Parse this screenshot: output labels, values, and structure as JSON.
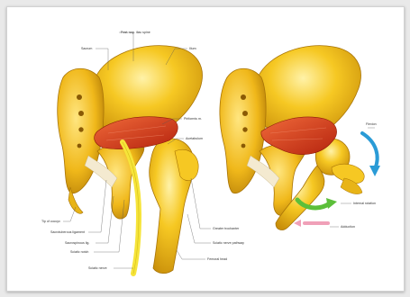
{
  "figure": {
    "left_panel": {
      "labels": {
        "sacrum": "Sacrum",
        "iliac_crest": "Post. sup. iliac spine",
        "ilium": "Ilium",
        "piriformis": "Piriformis m.",
        "acetabulum": "Acetabulum",
        "tip_coccyx": "Tip of coccyx",
        "sacrotuberous": "Sacrotuberous ligament",
        "sacrospinous": "Sacrospinous lig.",
        "sciatic_notch": "Sciatic notch",
        "greater_trochanter": "Greater trochanter",
        "sciatic_nerve_pathway": "Sciatic nerve pathway",
        "femur_head": "Femoral head",
        "sciatic_nerve": "Sciatic nerve"
      }
    },
    "right_panel": {
      "labels": {
        "flexion": "Flexion",
        "internal_rotation": "Internal rotation",
        "adduction": "Adduction"
      }
    },
    "colors": {
      "bone": "#f2c21b",
      "bone_highlight": "#ffe680",
      "bone_shadow": "#c98f0a",
      "muscle": "#d93a1b",
      "nerve": "#f6e43a",
      "flexion_arrow": "#2a9bd6",
      "rotation_arrow": "#5cbf3a",
      "adduction_arrow": "#f0a0b8"
    }
  }
}
